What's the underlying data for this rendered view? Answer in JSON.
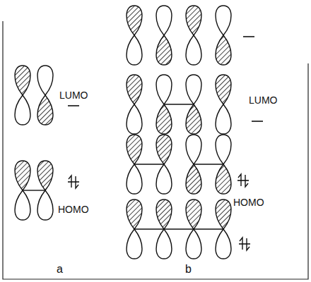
{
  "diagram": {
    "labels": [
      "LUMO",
      "HOMO",
      "LUMO",
      "HOMO",
      "a",
      "b"
    ]
  }
}
